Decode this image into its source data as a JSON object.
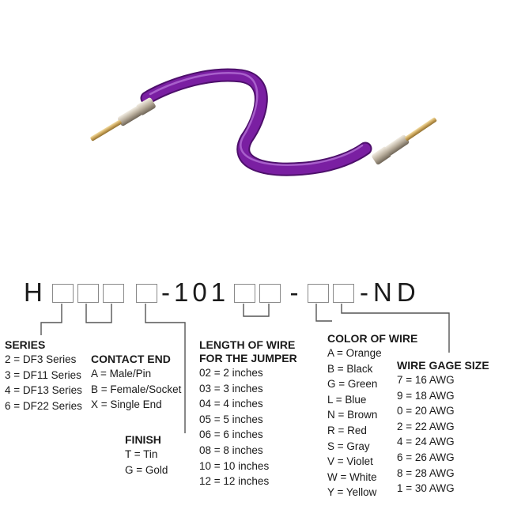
{
  "part_number": {
    "prefix": "H",
    "middle": "-101",
    "dash": "-",
    "suffix": "-ND"
  },
  "series": {
    "heading": "SERIES",
    "items": [
      "2 = DF3 Series",
      "3 = DF11 Series",
      "4 = DF13 Series",
      "6 = DF22 Series"
    ]
  },
  "contact_end": {
    "heading": "CONTACT END",
    "items": [
      "A = Male/Pin",
      "B = Female/Socket",
      "X = Single End"
    ]
  },
  "finish": {
    "heading": "FINISH",
    "items": [
      "T = Tin",
      "G = Gold"
    ]
  },
  "length": {
    "heading_line1": "LENGTH OF WIRE",
    "heading_line2": "FOR THE JUMPER",
    "items": [
      "02 = 2 inches",
      "03 = 3 inches",
      "04 = 4 inches",
      "05 = 5 inches",
      "06 = 6 inches",
      "08 = 8 inches",
      "10 = 10 inches",
      "12 = 12 inches"
    ]
  },
  "color": {
    "heading": "COLOR OF WIRE",
    "items": [
      "A = Orange",
      "B = Black",
      "G = Green",
      "L = Blue",
      "N = Brown",
      "R = Red",
      "S = Gray",
      "V = Violet",
      "W = White",
      "Y = Yellow"
    ]
  },
  "gage": {
    "heading": "WIRE GAGE SIZE",
    "items": [
      "7 = 16 AWG",
      "9 = 18 AWG",
      "0 = 20 AWG",
      "2 = 22 AWG",
      "4 = 24 AWG",
      "6 = 26 AWG",
      "8 = 28 AWG",
      "1 = 30 AWG"
    ]
  },
  "colors": {
    "wire": "#7a1fa2",
    "wire_highlight": "#b46fd6",
    "line": "#555555",
    "box": "#8a8a8a"
  }
}
